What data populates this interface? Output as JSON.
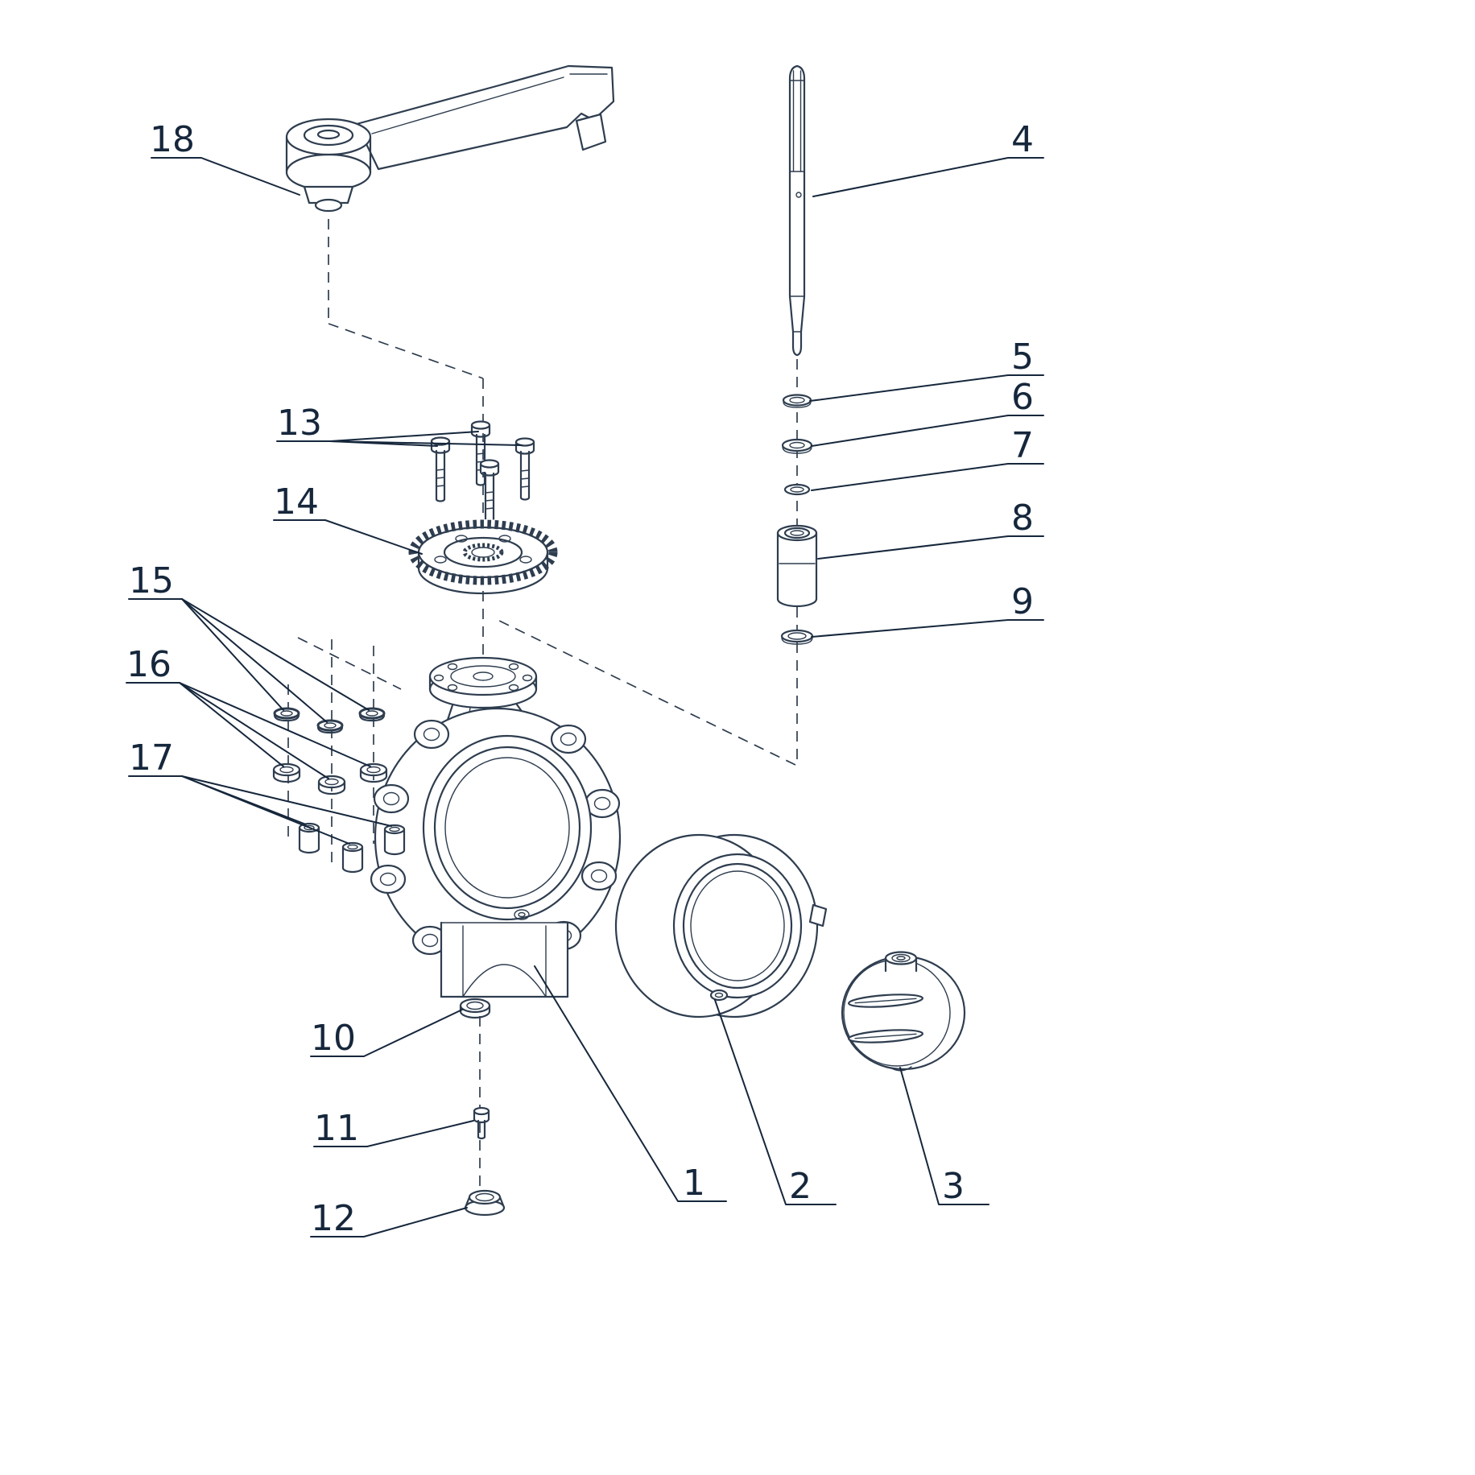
{
  "diagram": {
    "background_color": "#ffffff",
    "line_color": "#2e3d4f",
    "label_color": "#16273c"
  },
  "labels": {
    "p1": "1",
    "p2": "2",
    "p3": "3",
    "p4": "4",
    "p5": "5",
    "p6": "6",
    "p7": "7",
    "p8": "8",
    "p9": "9",
    "p10": "10",
    "p11": "11",
    "p12": "12",
    "p13": "13",
    "p14": "14",
    "p15": "15",
    "p16": "16",
    "p17": "17",
    "p18": "18"
  },
  "parts": [
    {
      "number": "1",
      "component": "valve-body"
    },
    {
      "number": "2",
      "component": "seat-ring"
    },
    {
      "number": "3",
      "component": "disc"
    },
    {
      "number": "4",
      "component": "stem"
    },
    {
      "number": "5",
      "component": "washer"
    },
    {
      "number": "6",
      "component": "washer"
    },
    {
      "number": "7",
      "component": "o-ring"
    },
    {
      "number": "8",
      "component": "stem-bushing"
    },
    {
      "number": "9",
      "component": "o-ring"
    },
    {
      "number": "10",
      "component": "lock-nut"
    },
    {
      "number": "11",
      "component": "screw"
    },
    {
      "number": "12",
      "component": "protective-cap"
    },
    {
      "number": "13",
      "component": "bolts"
    },
    {
      "number": "14",
      "component": "mounting-flange"
    },
    {
      "number": "15",
      "component": "washers"
    },
    {
      "number": "16",
      "component": "nuts"
    },
    {
      "number": "17",
      "component": "bushings"
    },
    {
      "number": "18",
      "component": "hand-lever"
    }
  ]
}
